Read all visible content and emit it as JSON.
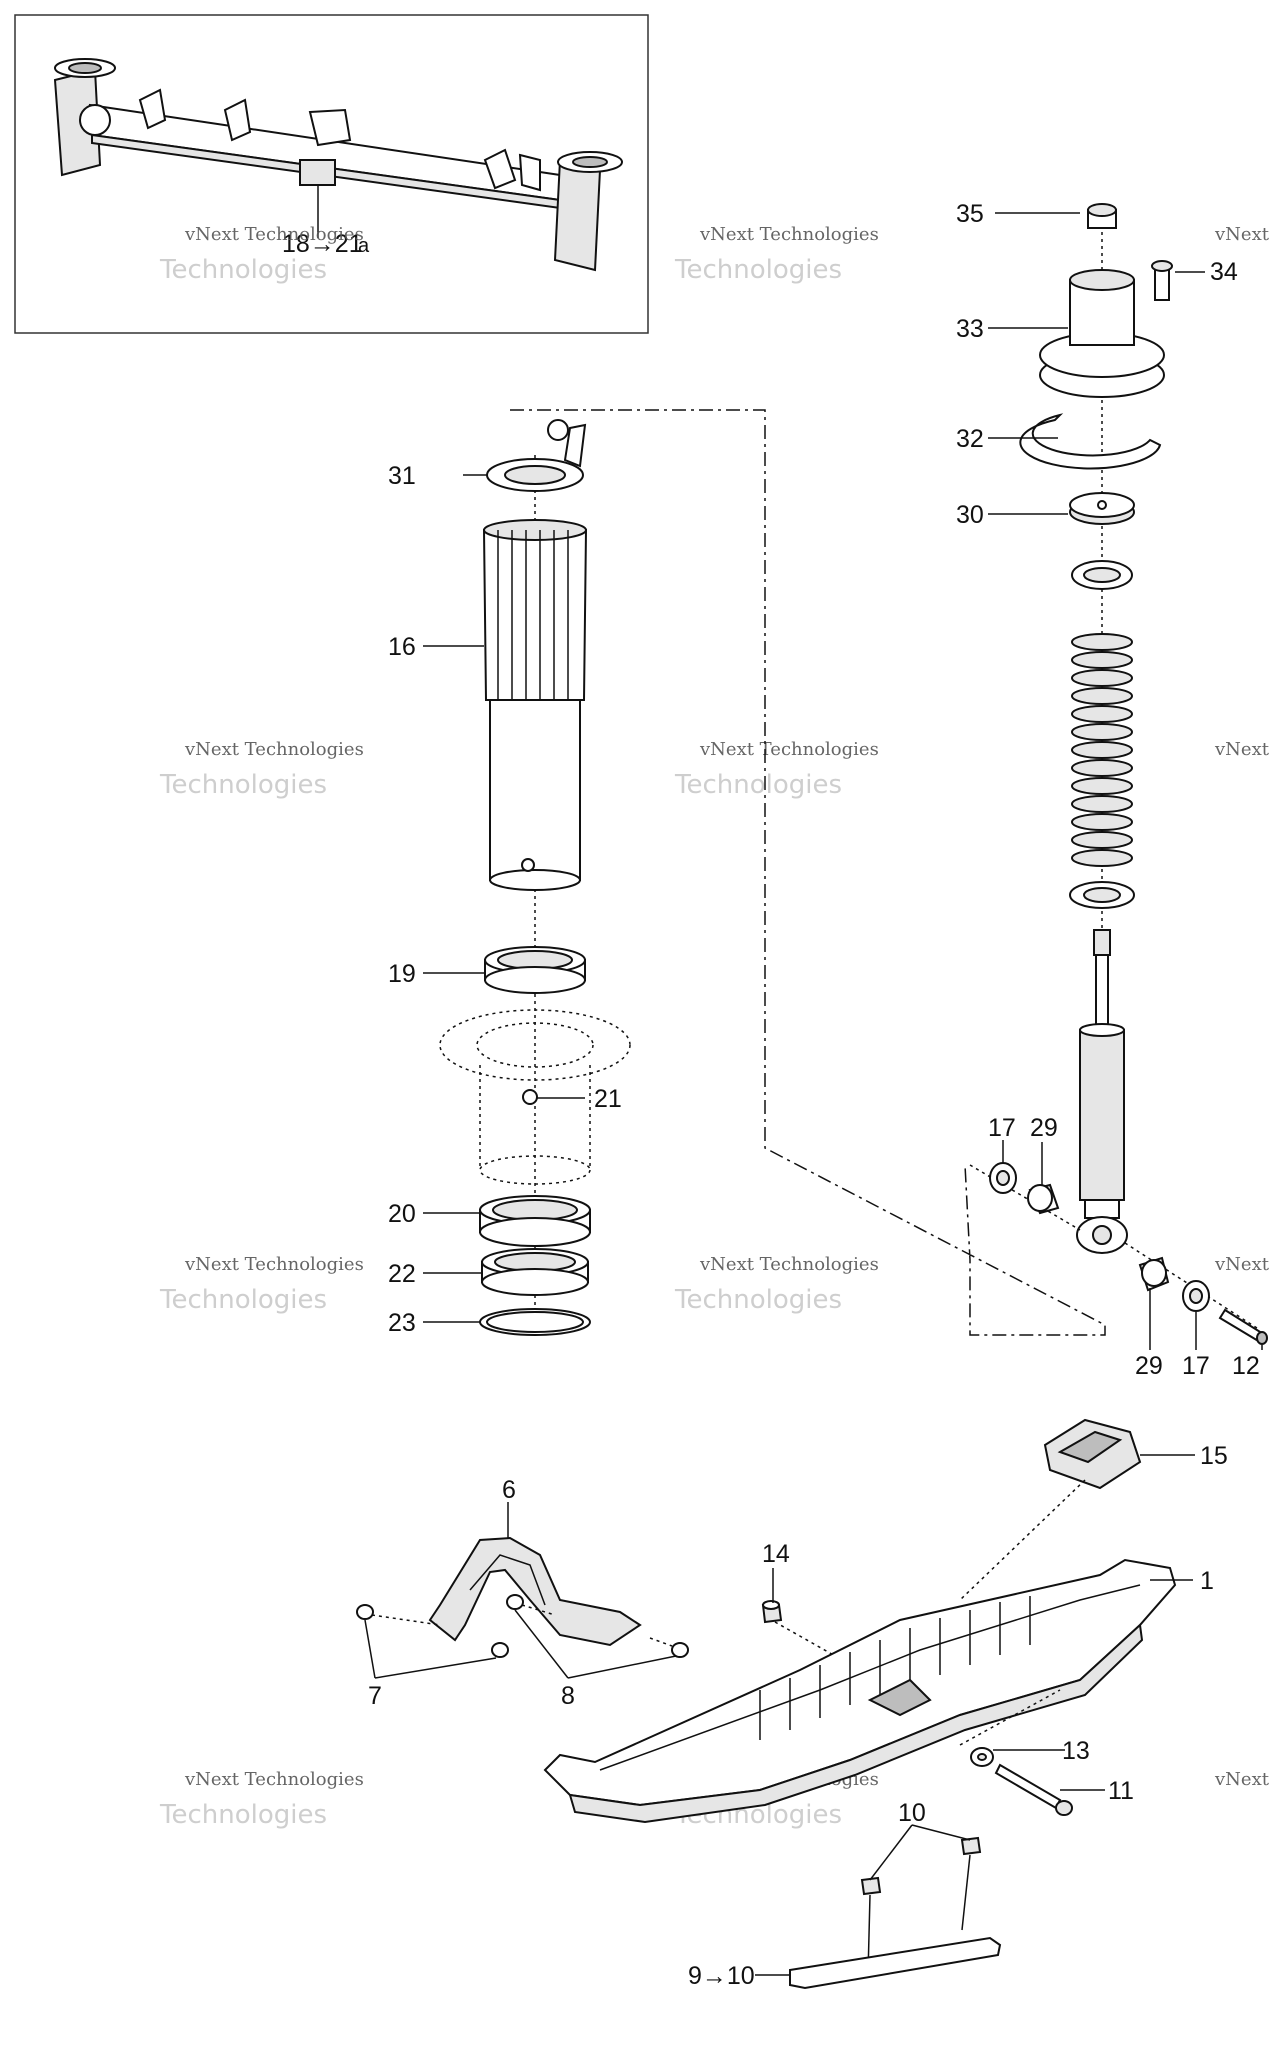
{
  "inset": {
    "callout": "18→21",
    "callout_suffix": "a"
  },
  "watermark": {
    "line1": "vNext Technologies",
    "line2": "Technologies",
    "brand": "vNext"
  },
  "callouts": {
    "c35": "35",
    "c34": "34",
    "c33": "33",
    "c32": "32",
    "c31": "31",
    "c30": "30",
    "c16": "16",
    "c19": "19",
    "c21": "21",
    "c20": "20",
    "c22": "22",
    "c23": "23",
    "c17a": "17",
    "c29a": "29",
    "c29b": "29",
    "c17b": "17",
    "c12": "12",
    "c15": "15",
    "c6": "6",
    "c14": "14",
    "c1": "1",
    "c7": "7",
    "c8": "8",
    "c13": "13",
    "c11": "11",
    "c10": "10",
    "c9": "9→10"
  }
}
